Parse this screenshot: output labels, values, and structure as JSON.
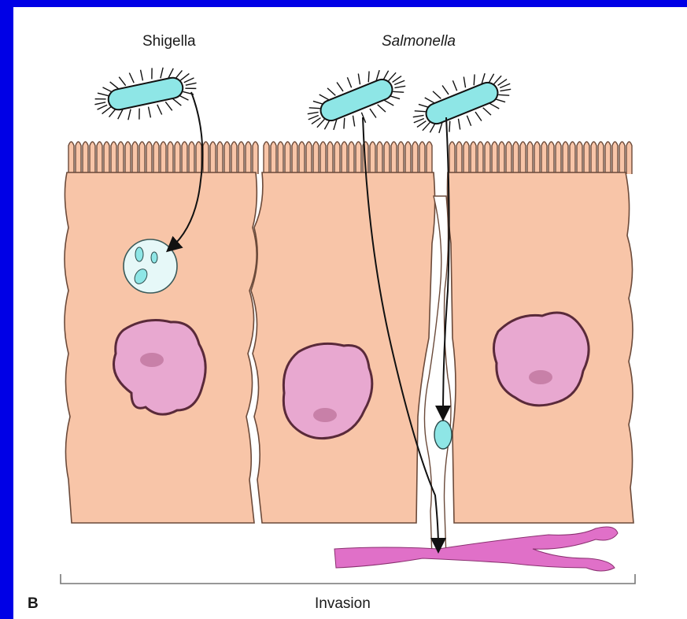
{
  "labels": {
    "shigella": "Shigella",
    "salmonella": "Salmonella",
    "panel": "B",
    "invasion": "Invasion"
  },
  "colors": {
    "background_border": "#0000e6",
    "cell_fill": "#f8c5a8",
    "cell_stroke": "#6b4a3a",
    "nucleus_fill": "#e8a8d0",
    "nucleus_stroke": "#5a2a3a",
    "nucleolus_fill": "#c880a8",
    "bacterium_fill": "#8ee6e6",
    "vacuole_fill": "#e6f8f8",
    "capillary_fill": "#e070c8"
  },
  "icons": [
    "bacterium-icon",
    "epithelial-cell-icon",
    "nucleus-icon",
    "vacuole-icon",
    "capillary-icon"
  ]
}
